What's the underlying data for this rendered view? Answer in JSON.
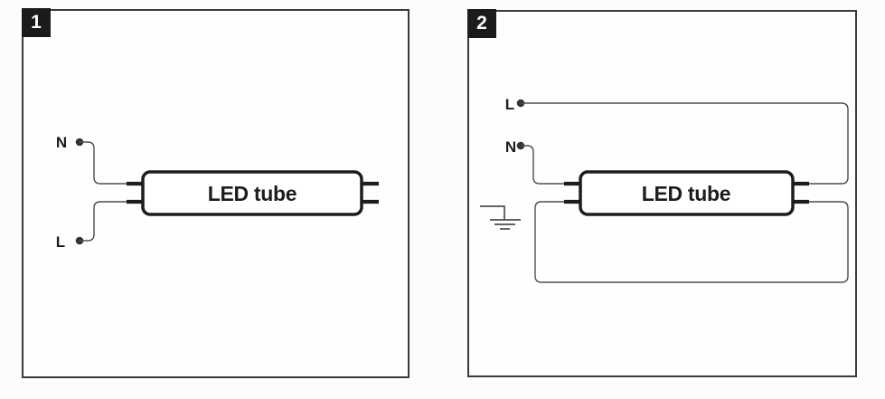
{
  "colors": {
    "wire": "#4d4d4d",
    "component": "#1d1d1d",
    "panel_border": "#3a3a3a",
    "panel_background": "#fefefe",
    "badge_background": "#1b1b1b",
    "badge_text": "#ffffff"
  },
  "icons": {
    "terminal": "connection-dot",
    "ground": "earth-ground-symbol"
  },
  "diagrams": [
    {
      "number": "1",
      "tube_label": "LED tube",
      "terminals": {
        "top": "N",
        "bottom": "L"
      },
      "ground": false
    },
    {
      "number": "2",
      "tube_label": "LED tube",
      "terminals": {
        "top": "L",
        "middle": "N"
      },
      "ground": true
    }
  ]
}
